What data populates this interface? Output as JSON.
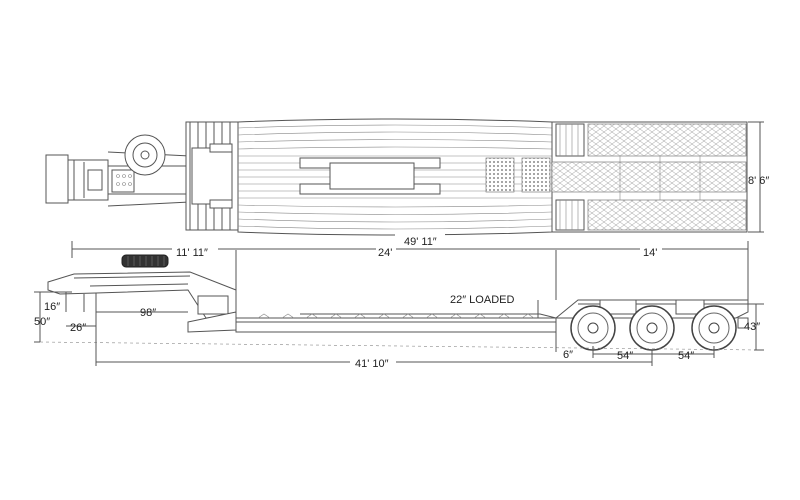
{
  "top_view": {
    "width_dimension": "8' 6″"
  },
  "side_view": {
    "overall_length": "49' 11″",
    "gooseneck_length": "11' 11″",
    "deck_length": "24'",
    "rear_section_length": "14'",
    "loaded_deck_height": "22″ LOADED",
    "front_height": "16″",
    "fifth_wheel_height": "50″",
    "kingpin_offset": "26″",
    "kingpin_to_neck": "98″",
    "kingpin_to_axle": "41' 10″",
    "ground_clearance": "6″",
    "axle_spacing_1": "54″",
    "axle_spacing_2": "54″",
    "rear_deck_height": "43″"
  }
}
